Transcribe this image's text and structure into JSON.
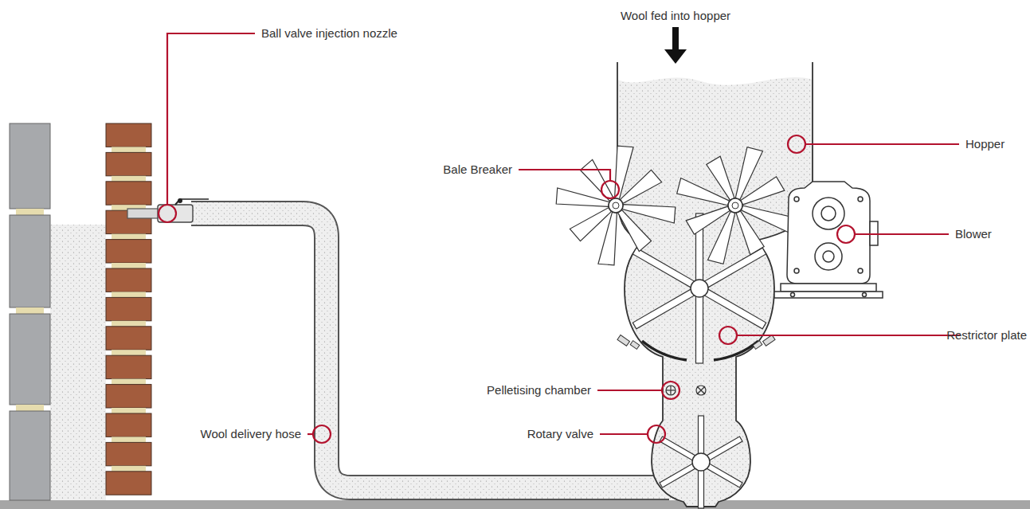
{
  "diagram": {
    "labels": [
      "Wool fed into hopper",
      "Ball valve injection nozzle",
      "Hopper",
      "Bale Breaker",
      "Restrictor plate",
      "Pelletising chamber",
      "Blower",
      "Wool delivery hose",
      "Rotary valve"
    ]
  }
}
